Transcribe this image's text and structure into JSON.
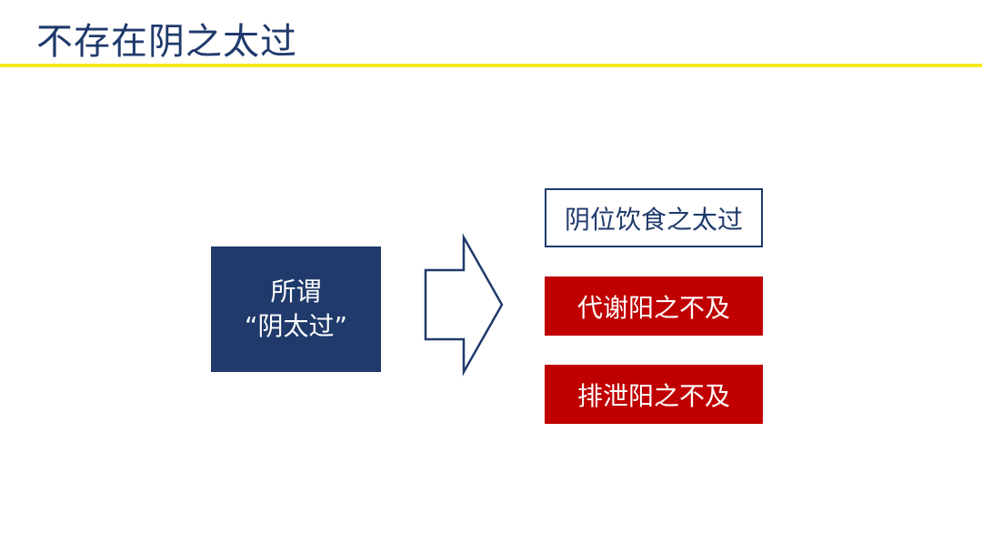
{
  "title": "不存在阴之太过",
  "left_box": {
    "line1": "所谓",
    "line2": "“阴太过”"
  },
  "right_boxes": [
    "阴位饮食之太过",
    "代谢阳之不及",
    "排泄阳之不及"
  ],
  "colors": {
    "navy": "#1f3a6b",
    "red": "#c00000",
    "rule_yellow": "#f2ea1c"
  }
}
